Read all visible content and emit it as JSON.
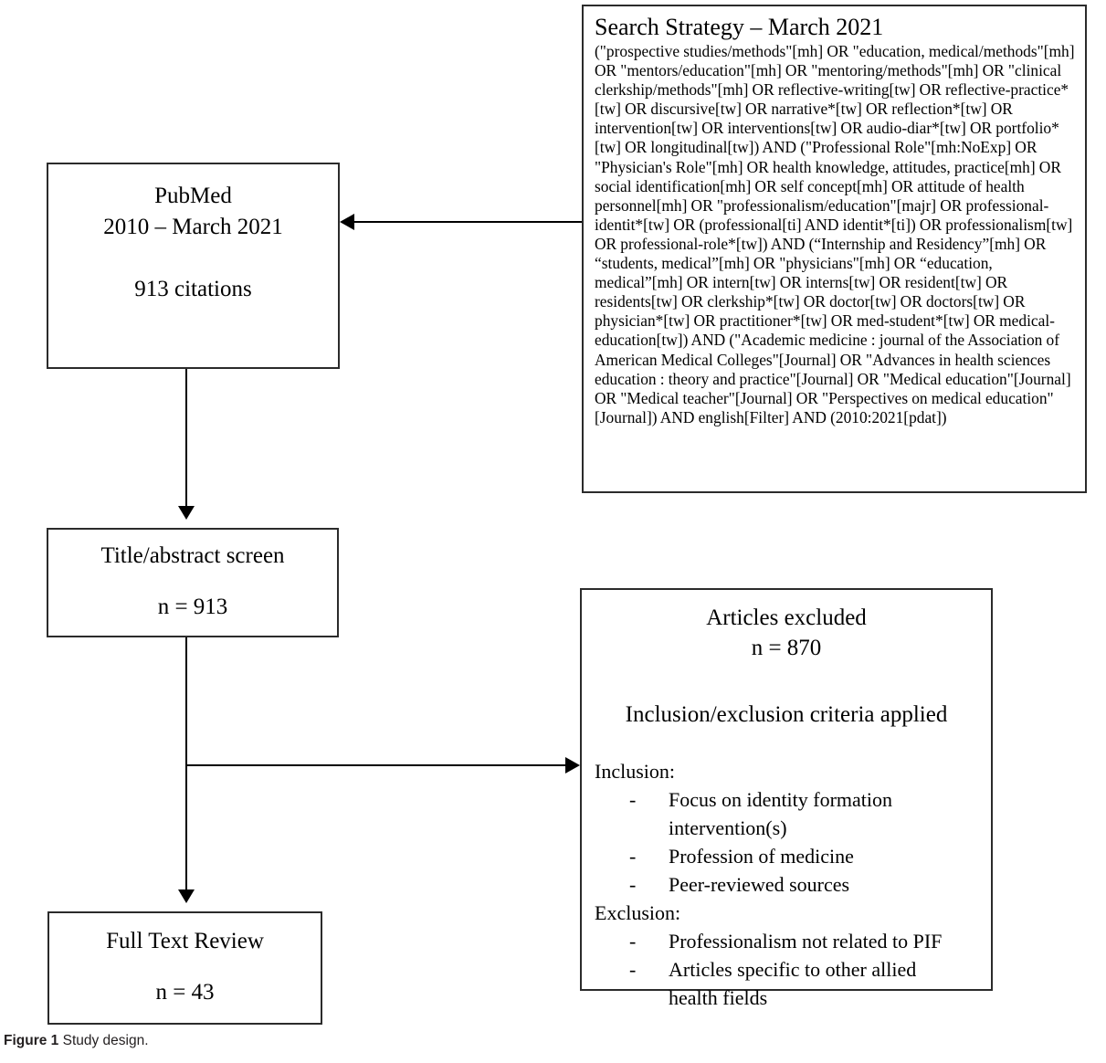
{
  "figure": {
    "caption_label": "Figure 1",
    "caption_text": "Study design."
  },
  "search_strategy": {
    "title": "Search Strategy – March 2021",
    "query": "(\"prospective studies/methods\"[mh] OR \"education, medical/methods\"[mh] OR \"mentors/education\"[mh] OR \"mentoring/methods\"[mh] OR \"clinical clerkship/methods\"[mh] OR reflective-writing[tw] OR reflective-practice*[tw] OR discursive[tw] OR narrative*[tw] OR reflection*[tw] OR intervention[tw] OR interventions[tw] OR audio-diar*[tw] OR portfolio*[tw] OR longitudinal[tw]) AND (\"Professional Role\"[mh:NoExp] OR \"Physician's Role\"[mh] OR health knowledge, attitudes, practice[mh] OR social identification[mh] OR self concept[mh] OR attitude of health personnel[mh] OR \"professionalism/education\"[majr] OR professional-identit*[tw] OR (professional[ti] AND identit*[ti]) OR professionalism[tw] OR professional-role*[tw]) AND (“Internship and Residency”[mh] OR “students, medical”[mh] OR \"physicians\"[mh] OR “education, medical”[mh] OR intern[tw] OR interns[tw] OR resident[tw] OR residents[tw] OR clerkship*[tw] OR doctor[tw] OR doctors[tw] OR physician*[tw] OR practitioner*[tw] OR med-student*[tw] OR medical-education[tw]) AND (\"Academic medicine : journal of the Association of American Medical Colleges\"[Journal] OR \"Advances in health sciences education : theory and practice\"[Journal] OR \"Medical education\"[Journal] OR \"Medical teacher\"[Journal] OR \"Perspectives on medical education\"[Journal])  AND english[Filter] AND (2010:2021[pdat])"
  },
  "pubmed": {
    "source": "PubMed",
    "date_range": "2010 – March 2021",
    "count": "913 citations"
  },
  "title_abstract": {
    "label": "Title/abstract screen",
    "count": "n = 913"
  },
  "full_text": {
    "label": "Full Text Review",
    "count": "n = 43"
  },
  "excluded": {
    "heading": "Articles excluded",
    "count": "n = 870",
    "criteria_title": "Inclusion/exclusion criteria applied",
    "inclusion_label": "Inclusion:",
    "inclusion_items": [
      "Focus on identity formation intervention(s)",
      "Profession of medicine",
      "Peer-reviewed sources"
    ],
    "exclusion_label": "Exclusion:",
    "exclusion_items": [
      "Professionalism not related to PIF",
      "Articles specific to other allied health fields"
    ],
    "bullet_dash": "-"
  },
  "colors": {
    "stroke": "#2b2b2b",
    "connector": "#000000",
    "text": "#000000",
    "caption": "#231f20",
    "background": "#ffffff"
  }
}
